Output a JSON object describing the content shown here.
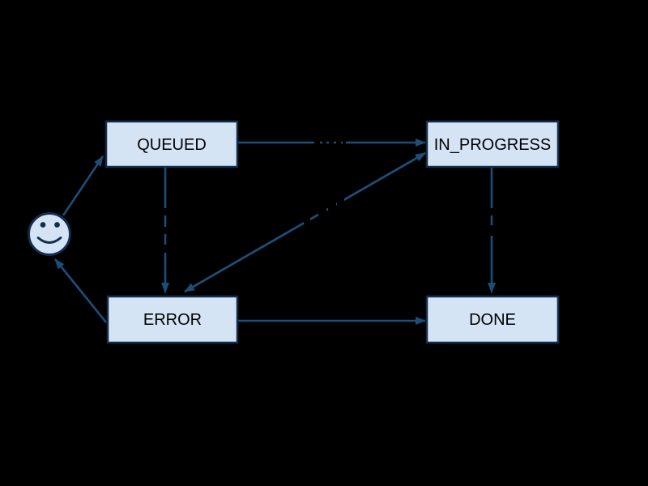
{
  "diagram": {
    "type": "state-machine",
    "nodes": {
      "actor": {
        "icon": "smiley-face-icon"
      },
      "queued": {
        "label": "QUEUED"
      },
      "in_progress": {
        "label": "IN_PROGRESS"
      },
      "error": {
        "label": "ERROR"
      },
      "done": {
        "label": "DONE"
      }
    },
    "edges": [
      {
        "from": "actor",
        "to": "QUEUED",
        "has_obscured_label": false
      },
      {
        "from": "QUEUED",
        "to": "IN_PROGRESS",
        "has_obscured_label": true
      },
      {
        "from": "QUEUED",
        "to": "ERROR",
        "has_obscured_label": true
      },
      {
        "from": "IN_PROGRESS",
        "to": "ERROR",
        "bidirectional": true,
        "has_obscured_label": true
      },
      {
        "from": "IN_PROGRESS",
        "to": "DONE",
        "has_obscured_label": true
      },
      {
        "from": "ERROR",
        "to": "DONE",
        "has_obscured_label": false
      },
      {
        "from": "ERROR",
        "to": "actor",
        "has_obscured_label": false
      }
    ]
  },
  "colors": {
    "background": "#000000",
    "node_fill": "#d5e4f5",
    "node_stroke": "#122e4f",
    "node_text": "#000000",
    "edge_color": "#1d4e79"
  }
}
